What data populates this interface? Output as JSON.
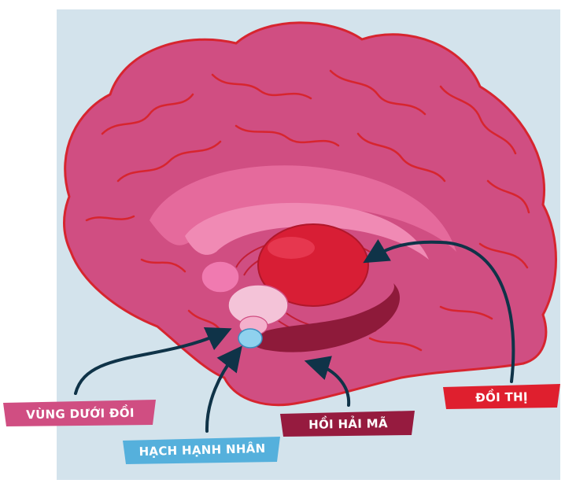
{
  "colors": {
    "background_panel": "#d3e3ec",
    "cortex": "#d04e82",
    "cortex_outline": "#d7252f",
    "inner_band": "#e56a9c",
    "thalamus": "#d81e35",
    "hypothalamus_label_bg": "#d04e82",
    "amygdala_label_bg": "#55b0dc",
    "hippocampus_label_bg": "#961b3f",
    "thalamus_label_bg": "#df1f2e",
    "arrow": "#0f3348"
  },
  "labels": {
    "hypothalamus": "VÙNG DƯỚI ĐỒI",
    "amygdala": "HẠCH HẠNH NHÂN",
    "hippocampus": "HỒI HẢI MÃ",
    "thalamus": "ĐỒI THỊ"
  }
}
